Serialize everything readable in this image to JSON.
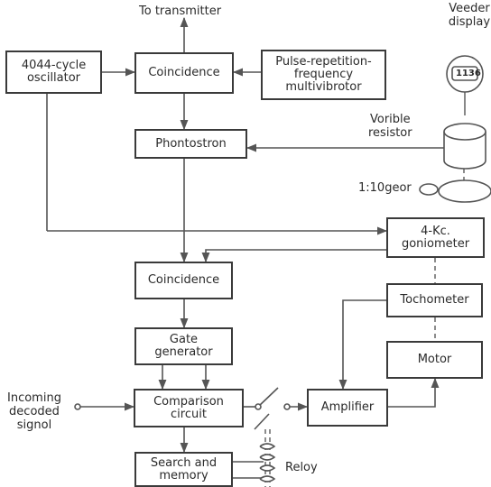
{
  "labels": {
    "to_transmitter": "To transmitter",
    "veeder_display": "Veeder\ndisplay",
    "counter_value": "1136",
    "variable_resistor": "Vorible\nresistor",
    "gear_ratio": "1:10geor",
    "incoming_signal": "Incoming\ndecoded\nsignol",
    "relay": "Reloy"
  },
  "blocks": {
    "oscillator": "4044-cycle\noscillator",
    "coincidence_top": "Coincidence",
    "prf_multivibrator": "Pulse-repetition-\nfrequency\nmultivibrotor",
    "phantastron": "Phontostron",
    "goniometer": "4-Kc.\ngoniometer",
    "coincidence_mid": "Coincidence",
    "tachometer": "Tochometer",
    "gate_generator": "Gate\ngenerator",
    "motor": "Motor",
    "comparison_circuit": "Comparison\ncircuit",
    "amplifier": "Amplifier",
    "search_memory": "Search and\nmemory"
  }
}
